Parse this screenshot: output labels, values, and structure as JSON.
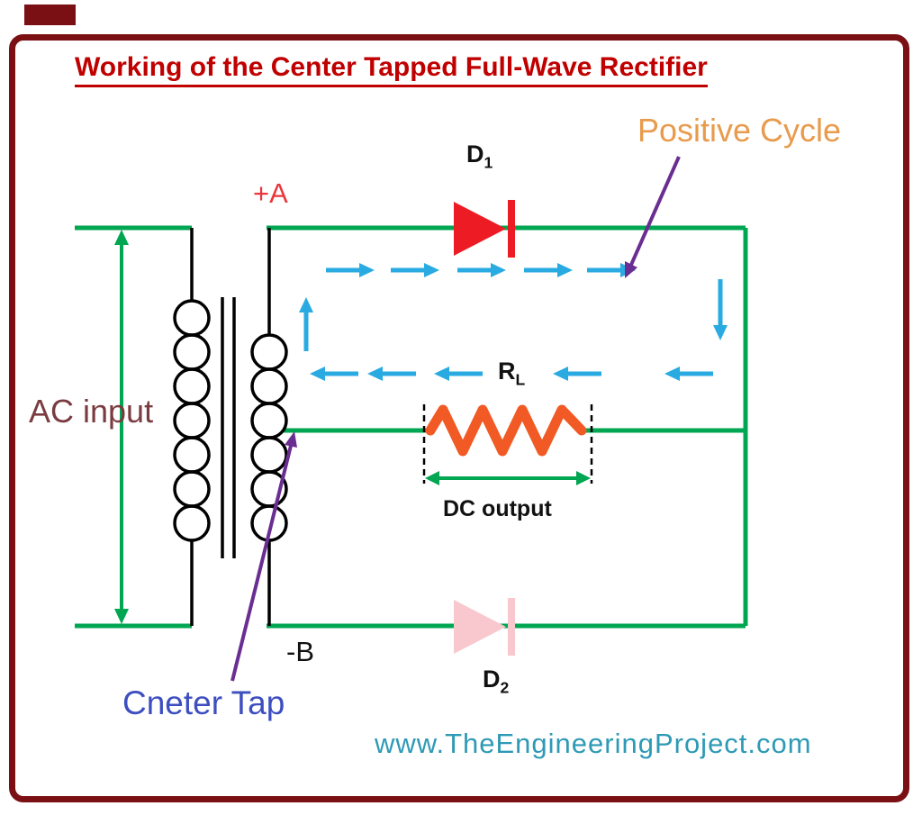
{
  "title": "Working of the Center Tapped Full-Wave Rectifier",
  "annotations": {
    "positive_cycle": "Positive Cycle",
    "center_tap": "Cneter Tap",
    "website": "www.TheEngineeringProject.com"
  },
  "circuit_labels": {
    "ac_input": "AC input",
    "dc_output": "DC output",
    "terminal_a": "+A",
    "terminal_b": "-B",
    "diode1": {
      "base": "D",
      "sub": "1"
    },
    "diode2": {
      "base": "D",
      "sub": "2"
    },
    "load_resistor": {
      "base": "R",
      "sub": "L"
    }
  },
  "colors": {
    "frame_border": "#7a1014",
    "title_text": "#c00000",
    "wire_green": "#00a651",
    "current_arrow_cyan": "#29abe2",
    "resistor_orange": "#f15a24",
    "diode_active_red": "#ed1c24",
    "diode_inactive_pink": "#f8c8ce",
    "annotation_arrow_purple": "#6a2d91",
    "positive_cycle_text": "#e89b4c",
    "center_tap_text": "#3d4ec0",
    "website_text": "#2e9ab5",
    "ac_input_text": "#7a3c40"
  }
}
